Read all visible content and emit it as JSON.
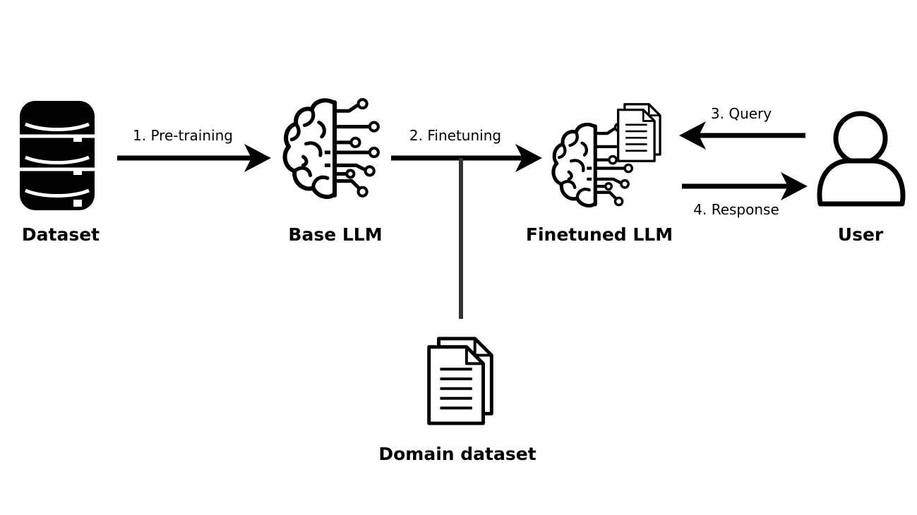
{
  "nodes": {
    "dataset": {
      "label": "Dataset",
      "icon": "database-icon"
    },
    "base_llm": {
      "label": "Base LLM",
      "icon": "brain-circuit-icon"
    },
    "finetuned_llm": {
      "label": "Finetuned LLM",
      "icon": "brain-circuit-document-icon"
    },
    "user": {
      "label": "User",
      "icon": "user-icon"
    },
    "domain_dataset": {
      "label": "Domain dataset",
      "icon": "documents-icon"
    }
  },
  "edges": {
    "pretraining": {
      "label": "1. Pre-training"
    },
    "finetuning": {
      "label": "2. Finetuning"
    },
    "query": {
      "label": "3. Query"
    },
    "response": {
      "label": "4. Response"
    }
  },
  "colors": {
    "stroke": "#000000",
    "background": "#ffffff",
    "line": "#333333"
  }
}
